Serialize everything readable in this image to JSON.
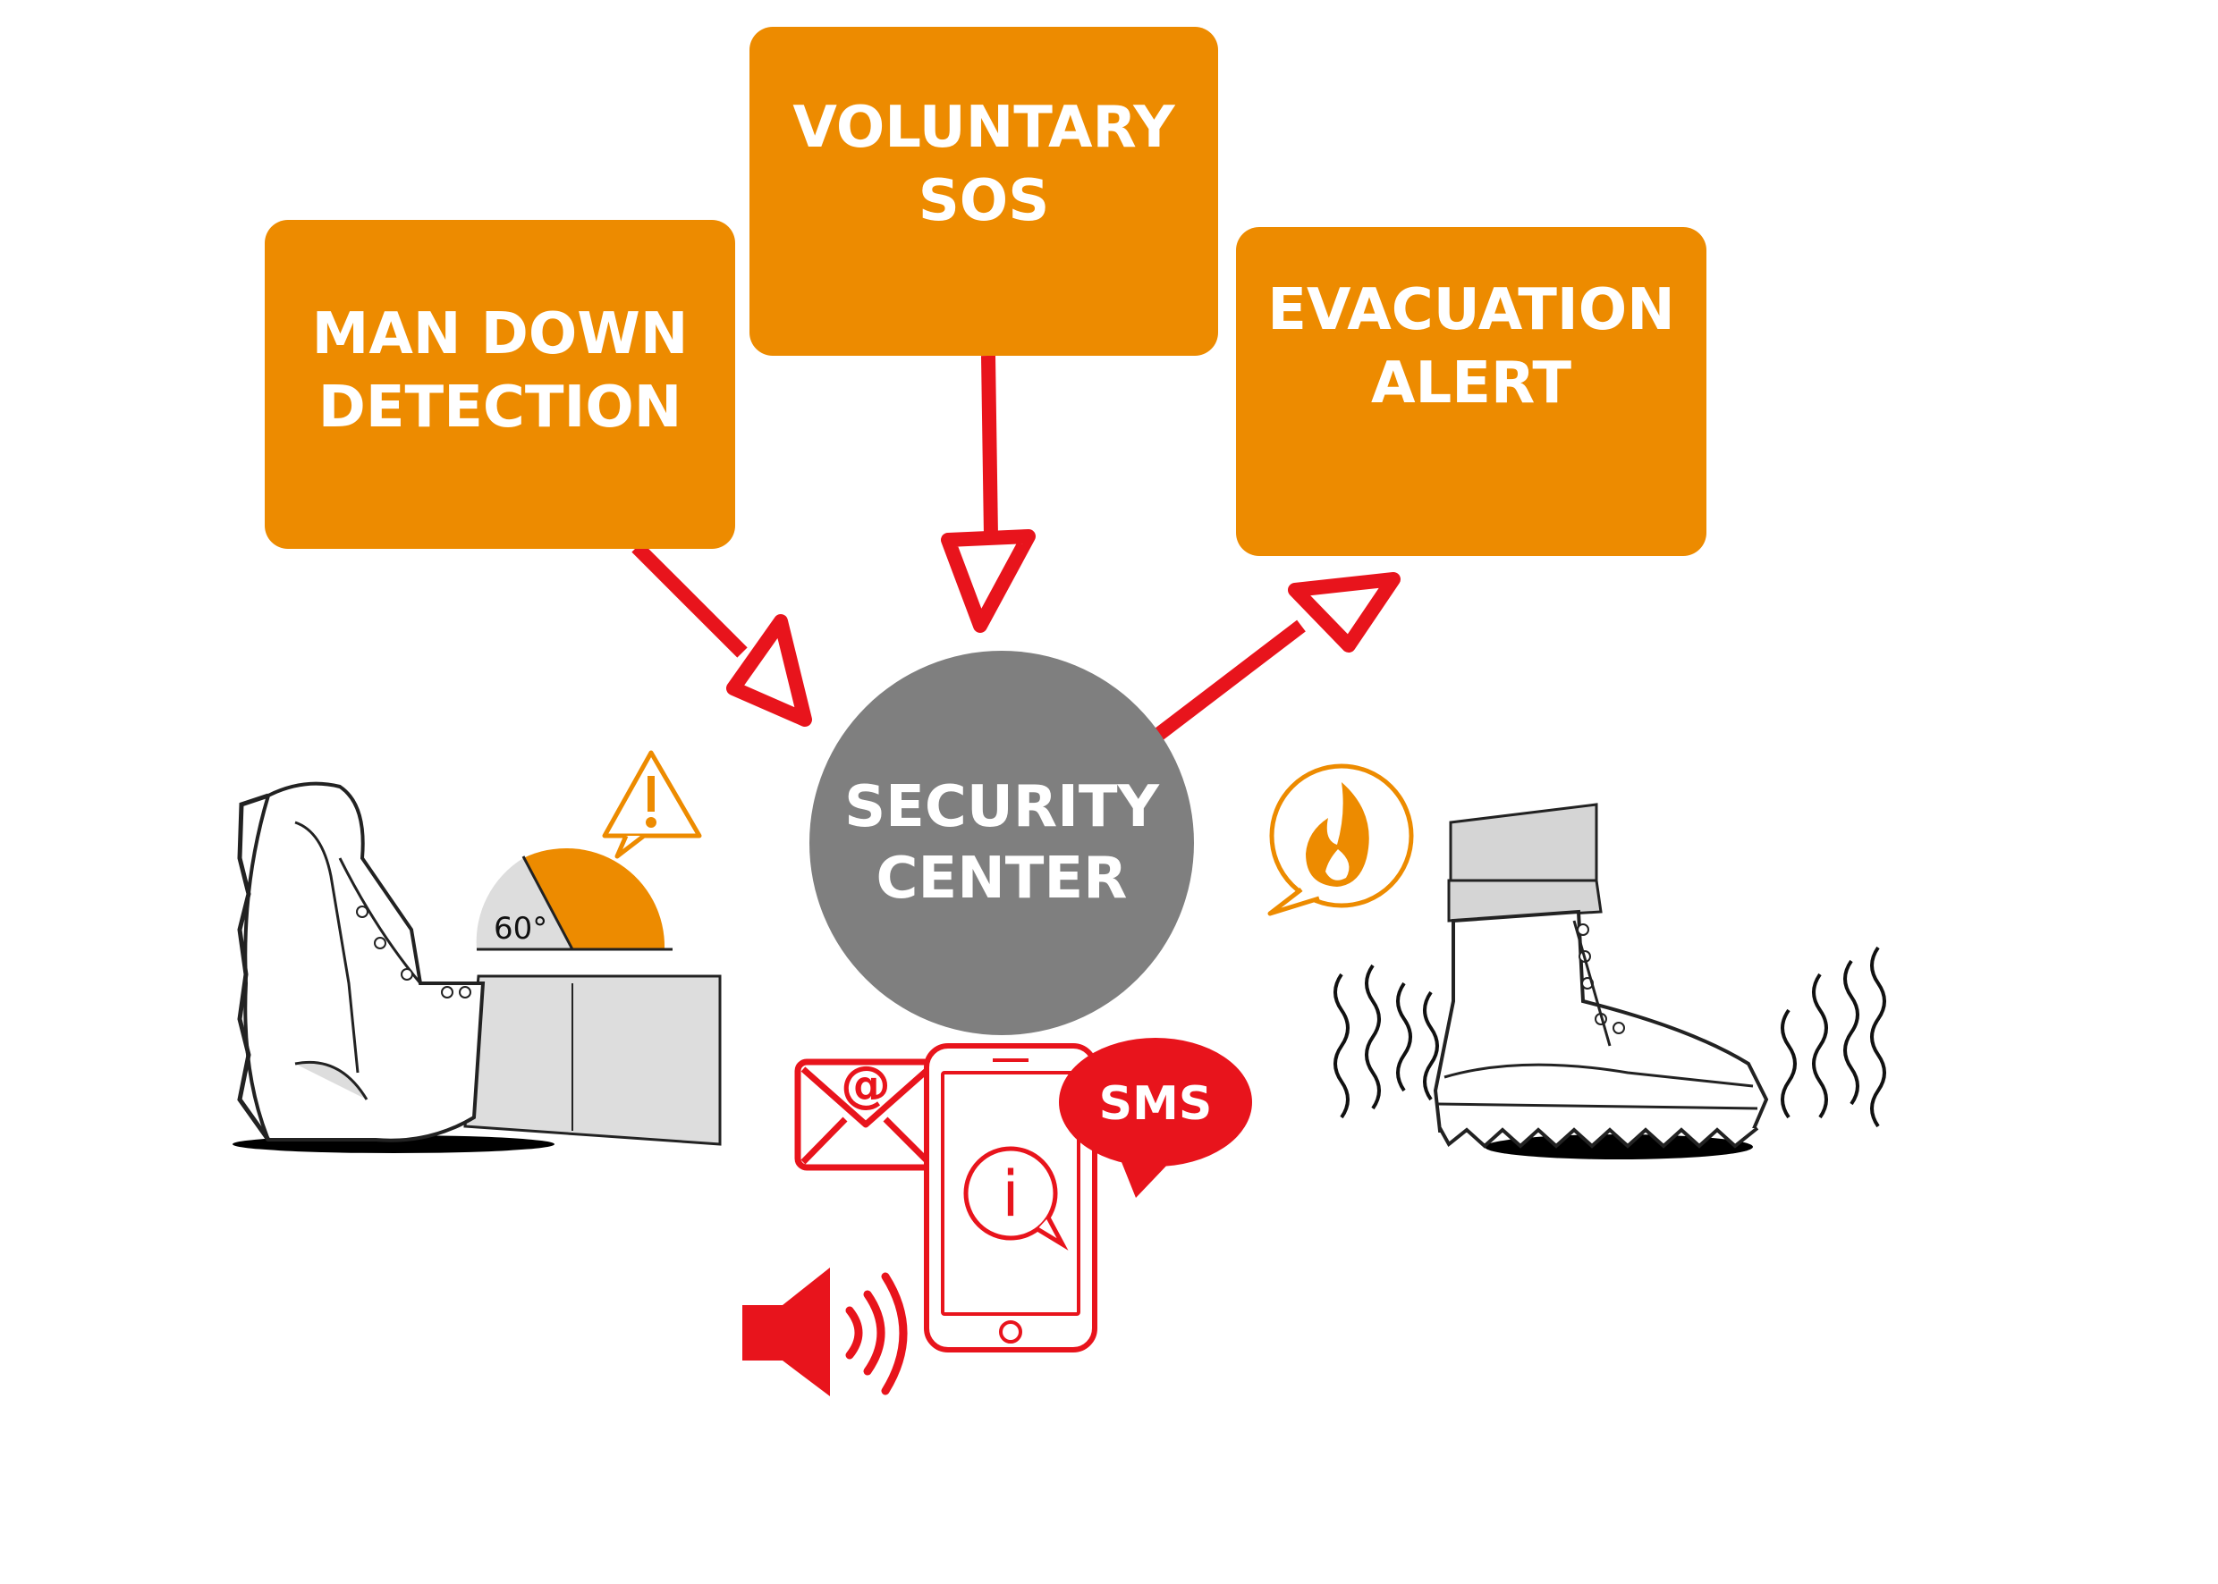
{
  "boxes": {
    "man_down": {
      "line1": "MAN DOWN",
      "line2": "DETECTION"
    },
    "voluntary_sos": {
      "line1": "VOLUNTARY",
      "line2": "SOS"
    },
    "evacuation": {
      "line1": "EVACUATION",
      "line2": "ALERT"
    }
  },
  "center": {
    "line1": "SECURITY",
    "line2": "CENTER"
  },
  "angle_label": "60°",
  "sms_label": "SMS",
  "email_symbol": "@",
  "info_symbol": "i",
  "colors": {
    "orange": "#ED8B00",
    "red": "#E8141C",
    "gray": "#7F7F7F"
  },
  "icons": [
    "warning-icon",
    "fire-icon",
    "email-icon",
    "phone-icon",
    "sms-icon",
    "speaker-icon",
    "info-icon",
    "boot-icon"
  ]
}
